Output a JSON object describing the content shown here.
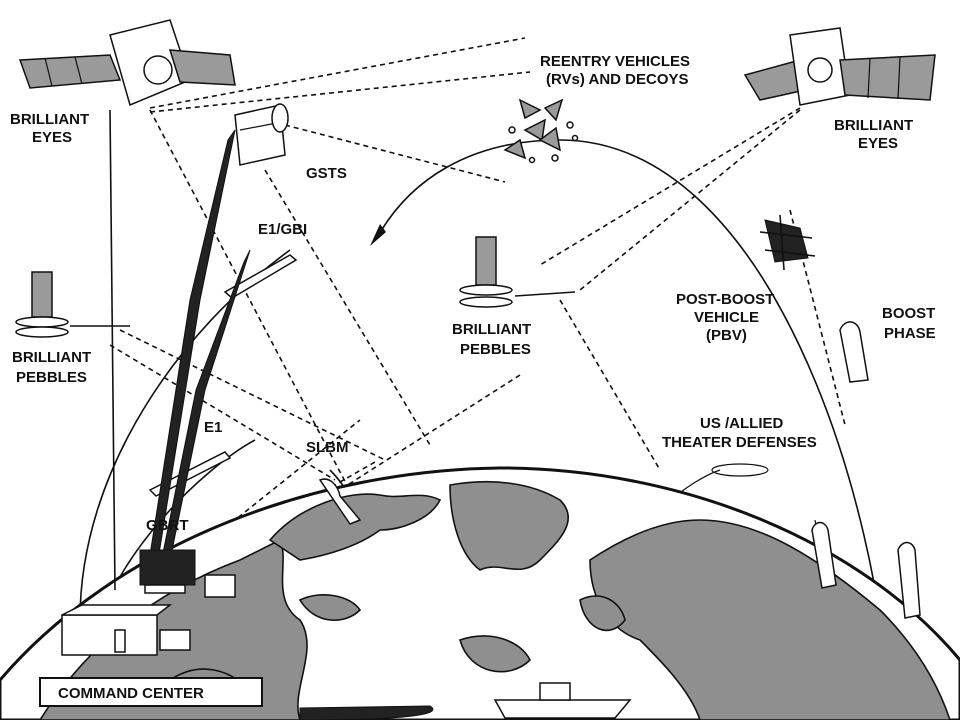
{
  "labels": {
    "brilliant_eyes_left_1": "BRILLIANT",
    "brilliant_eyes_left_2": "EYES",
    "brilliant_eyes_right_1": "BRILLIANT",
    "brilliant_eyes_right_2": "EYES",
    "gsts": "GSTS",
    "reentry_1": "REENTRY VEHICLES",
    "reentry_2": "(RVs) AND DECOYS",
    "e1_gbi": "E1/GBI",
    "brilliant_pebbles_left_1": "BRILLIANT",
    "brilliant_pebbles_left_2": "PEBBLES",
    "brilliant_pebbles_center_1": "BRILLIANT",
    "brilliant_pebbles_center_2": "PEBBLES",
    "pbv_1": "POST-BOOST",
    "pbv_2": "VEHICLE",
    "pbv_3": "(PBV)",
    "boost_1": "BOOST",
    "boost_2": "PHASE",
    "us_allied_1": "US /ALLIED",
    "us_allied_2": "THEATER DEFENSES",
    "e1": "E1",
    "slbm": "SLBM",
    "gbrt": "GBRT",
    "command_center": "COMMAND CENTER"
  },
  "colors": {
    "ink": "#111111",
    "land": "#8f8f8f",
    "background": "#ffffff"
  }
}
